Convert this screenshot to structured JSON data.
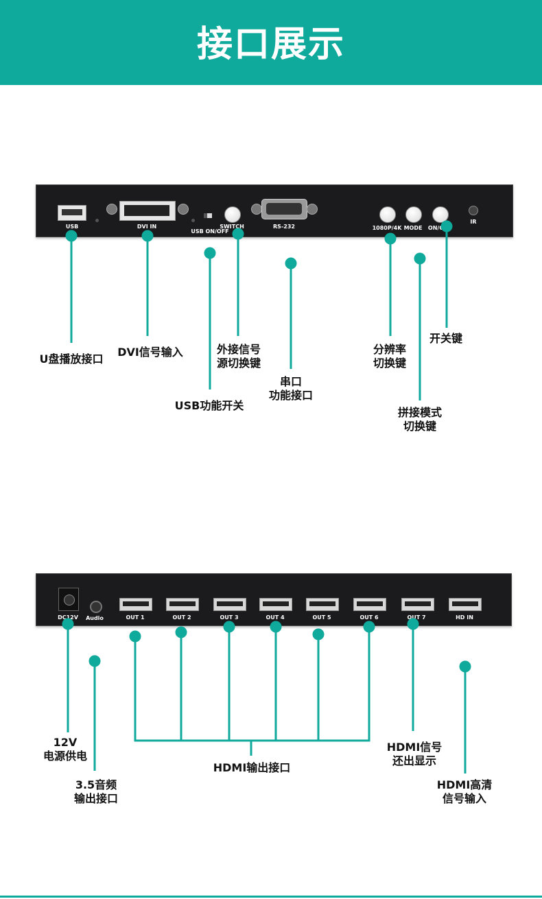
{
  "header": {
    "title": "接口展示"
  },
  "colors": {
    "accent": "#0faa9c",
    "device": "#1b1b1d"
  },
  "front_panel": {
    "labels": {
      "usb": "USB",
      "dvi_in": "DVI IN",
      "usb_on_off": "USB ON/OFF",
      "switch": "SWITCH",
      "rs232": "RS-232",
      "res": "1080P/4K",
      "mode": "MODE",
      "onoff": "ON/OFF",
      "ir": "IR"
    },
    "callouts": {
      "usb_port_1": "U盘播放接口",
      "dvi_1": "DVI信号输入",
      "switch_1": "外接信号",
      "switch_2": "源切换键",
      "usbsw_1": "USB功能开关",
      "serial_1": "串口",
      "serial_2": "功能接口",
      "res_1": "分辨率",
      "res_2": "切换键",
      "power_1": "开关键",
      "mode_1": "拼接模式",
      "mode_2": "切换键"
    }
  },
  "rear_panel": {
    "labels": {
      "dc": "DC12V",
      "audio": "Audio",
      "out1": "OUT 1",
      "out2": "OUT 2",
      "out3": "OUT 3",
      "out4": "OUT 4",
      "out5": "OUT 5",
      "out6": "OUT 6",
      "out7": "OUT 7",
      "hdin": "HD IN"
    },
    "callouts": {
      "dc_1": "12V",
      "dc_2": "电源供电",
      "audio_1": "3.5音频",
      "audio_2": "输出接口",
      "hdmi_out_1": "HDMI输出接口",
      "out7_1": "HDMI信号",
      "out7_2": "还出显示",
      "hdin_1": "HDMI高清",
      "hdin_2": "信号输入"
    }
  }
}
